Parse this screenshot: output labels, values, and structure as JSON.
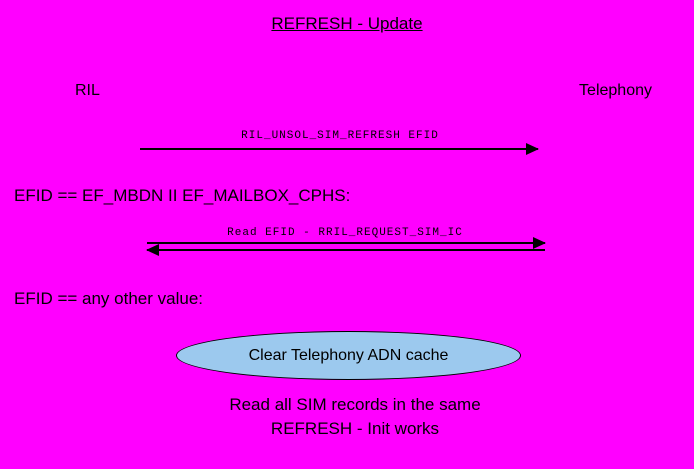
{
  "colors": {
    "background": "#FF00FF",
    "ellipse_fill": "#9CC9EE",
    "text": "#000000",
    "arrow": "#000000"
  },
  "diagram": {
    "title": "REFRESH - Update",
    "actors": {
      "left": "RIL",
      "right": "Telephony"
    },
    "messages": [
      {
        "label": "RIL_UNSOL_SIM_REFRESH EFID",
        "direction": "right"
      },
      {
        "label": "Read EFID - RRIL_REQUEST_SIM_IC",
        "direction": "both"
      }
    ],
    "conditions": [
      "EFID == EF_MBDN II EF_MAILBOX_CPHS:",
      "EFID == any other value:"
    ],
    "ellipse_label": "Clear Telephony ADN cache",
    "note_line1": "Read all SIM records in the same",
    "note_line2": "REFRESH - Init works"
  }
}
